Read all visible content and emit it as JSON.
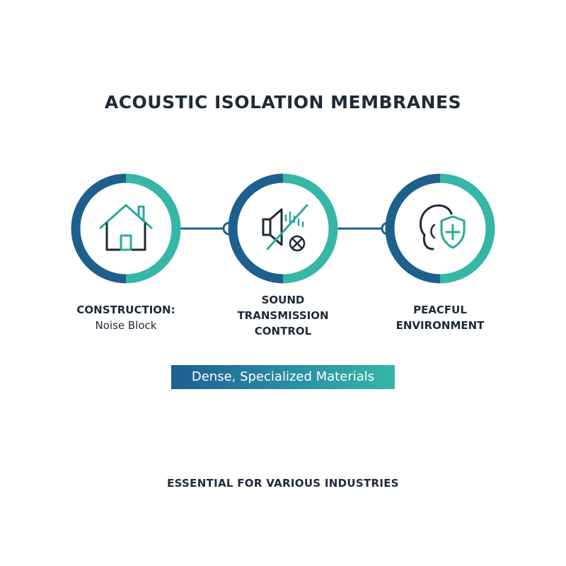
{
  "title": "ACOUSTIC ISOLATION MEMBRANES",
  "colors": {
    "ring_dark": "#1e5f8e",
    "ring_teal": "#35b6a6",
    "connector": "#1e5f8e",
    "icon_dark": "#1f2a36",
    "icon_teal": "#2aa89d"
  },
  "steps": [
    {
      "icon": "house-icon",
      "line1": "CONSTRUCTION:",
      "line2": "Noise Block"
    },
    {
      "icon": "speaker-muted-icon",
      "line1": "SOUND",
      "line2": "TRANSMISSION",
      "line3": "CONTROL"
    },
    {
      "icon": "ear-shield-icon",
      "line1": "PEACFUL",
      "line2": "ENVIRONMENT"
    }
  ],
  "banner": "Dense, Specialized Materials",
  "footer": "ESSENTIAL FOR VARIOUS INDUSTRIES"
}
